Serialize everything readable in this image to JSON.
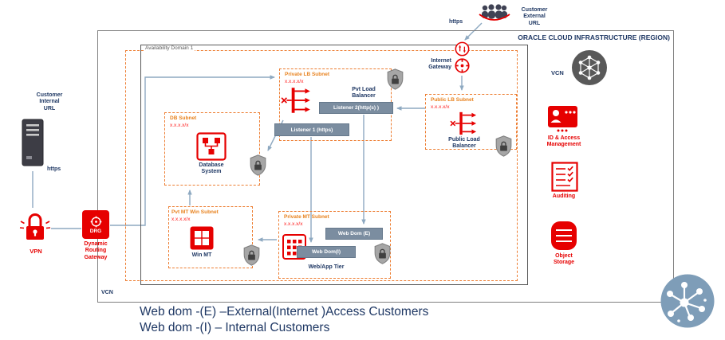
{
  "colors": {
    "accent_orange": "#ED7D31",
    "oracle_red": "#E60000",
    "navy_text": "#1F3864",
    "slate_button": "#7B8DA0",
    "connector_blue": "#8EA9C1",
    "shield_gray": "#A6A6A6",
    "hub_blue": "#7E9DB8",
    "region_border": "#808080"
  },
  "region": {
    "title": "ORACLE CLOUD INFRASTRUCTURE (REGION)",
    "vcn_corner_label": "VCN"
  },
  "availability_domain": {
    "label": "Availability Domain 1"
  },
  "top": {
    "https_label": "https",
    "customer_external_url": "Customer\nExternal\nURL",
    "internet_gateway_label": "Internet\nGateway"
  },
  "vcn_badge_label": "VCN",
  "subnets": {
    "private_lb": {
      "name": "Private LB Subnet",
      "cidr": "x.x.x.x/x",
      "node_label": "Pvt Load\nBalancer",
      "listener2_label": "Listener 2(http(s) )",
      "listener1_label": "Listener 1 (https)"
    },
    "public_lb": {
      "name": "Public LB Subnet",
      "cidr": "x.x.x.x/x",
      "node_label": "Public Load\nBalancer"
    },
    "db": {
      "name": "DB Subnet",
      "cidr": "x.x.x.x/x",
      "node_label": "Database\nSystem"
    },
    "pvt_mt_win": {
      "name": "Pvt MT Win Subnet",
      "cidr": "x.x.x.x/x",
      "node_label": "Win MT"
    },
    "private_mt": {
      "name": "Private MT Subnet",
      "cidr": "x.x.x.x/x",
      "web_dom_e_label": "Web Dom (E)",
      "web_dom_i_label": "Web Dom(I)",
      "tier_label": "Web/App Tier"
    }
  },
  "services": {
    "iam_label": "ID & Access\nManagement",
    "auditing_label": "Auditing",
    "object_storage_label": "Object\nStorage"
  },
  "left": {
    "customer_internal_url": "Customer\nInternal\nURL",
    "https_label": "https",
    "vpn_label": "VPN",
    "drg_short_label": "DRG",
    "drg_label": "Dynamic\nRouting\nGateway"
  },
  "captions": {
    "line1": "Web dom -(E) –External(Internet )Access Customers",
    "line2": "Web dom -(I) – Internal Customers"
  }
}
